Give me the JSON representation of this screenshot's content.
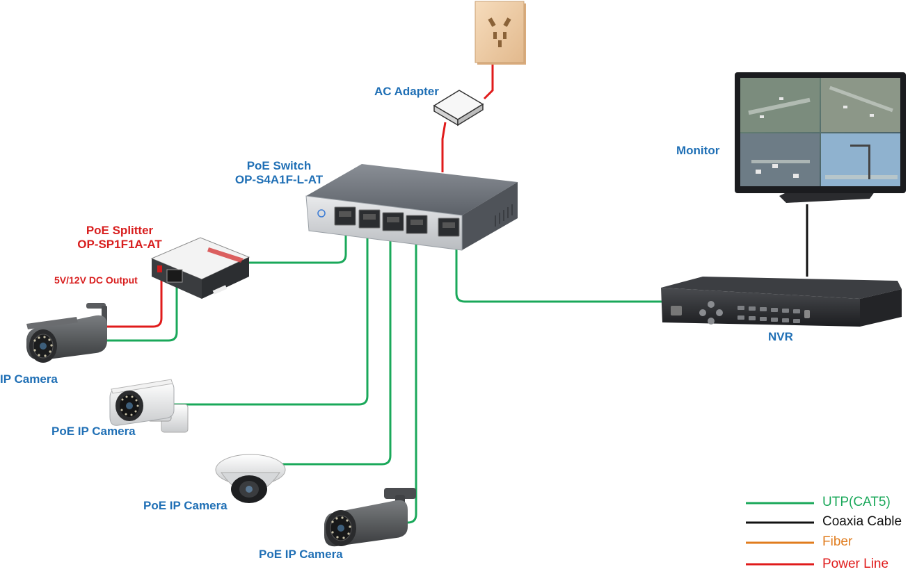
{
  "colors": {
    "utp": "#1aa85a",
    "coax": "#111111",
    "fiber": "#e07c1e",
    "power": "#e01b1b",
    "label_blue": "#1f6fb5",
    "label_red": "#d81e1e"
  },
  "labels": {
    "ac_adapter": "AC Adapter",
    "poe_switch_line1": "PoE Switch",
    "poe_switch_line2": "OP-S4A1F-L-AT",
    "poe_splitter_line1": "PoE Splitter",
    "poe_splitter_line2": "OP-SP1F1A-AT",
    "dc_output": "5V/12V DC Output",
    "ip_camera": "IP Camera",
    "poe_ip_camera_1": "PoE IP Camera",
    "poe_ip_camera_2": "PoE IP Camera",
    "poe_ip_camera_3": "PoE IP Camera",
    "monitor": "Monitor",
    "nvr": "NVR"
  },
  "legend": [
    {
      "label": "UTP(CAT5)",
      "color": "#1aa85a",
      "text_color": "#1aa85a"
    },
    {
      "label": "Coaxia Cable",
      "color": "#111111",
      "text_color": "#111111"
    },
    {
      "label": "Fiber",
      "color": "#e07c1e",
      "text_color": "#e07c1e"
    },
    {
      "label": "Power Line",
      "color": "#e01b1b",
      "text_color": "#e01b1b"
    }
  ]
}
